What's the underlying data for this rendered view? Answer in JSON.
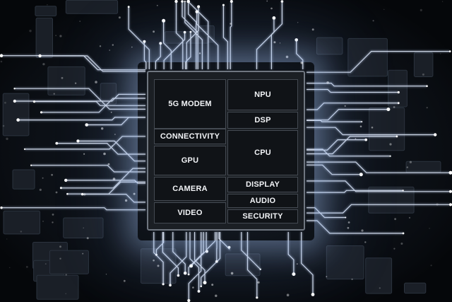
{
  "chip": {
    "blocks": {
      "modem": "5G MODEM",
      "npu": "NPU",
      "dsp": "DSP",
      "connectivity": "CONNECTIVITY",
      "gpu": "GPU",
      "cpu": "CPU",
      "camera": "CAMERA",
      "display": "DISPLAY",
      "audio": "AUDIO",
      "video": "VIDEO",
      "security": "SECURITY"
    }
  },
  "colors": {
    "background": "#06080b",
    "trace_glow": "#dfeaff",
    "chip_body": "#1b1f24",
    "block_fill": "#101317",
    "block_border": "#444a52",
    "label": "#f2f4f7"
  }
}
